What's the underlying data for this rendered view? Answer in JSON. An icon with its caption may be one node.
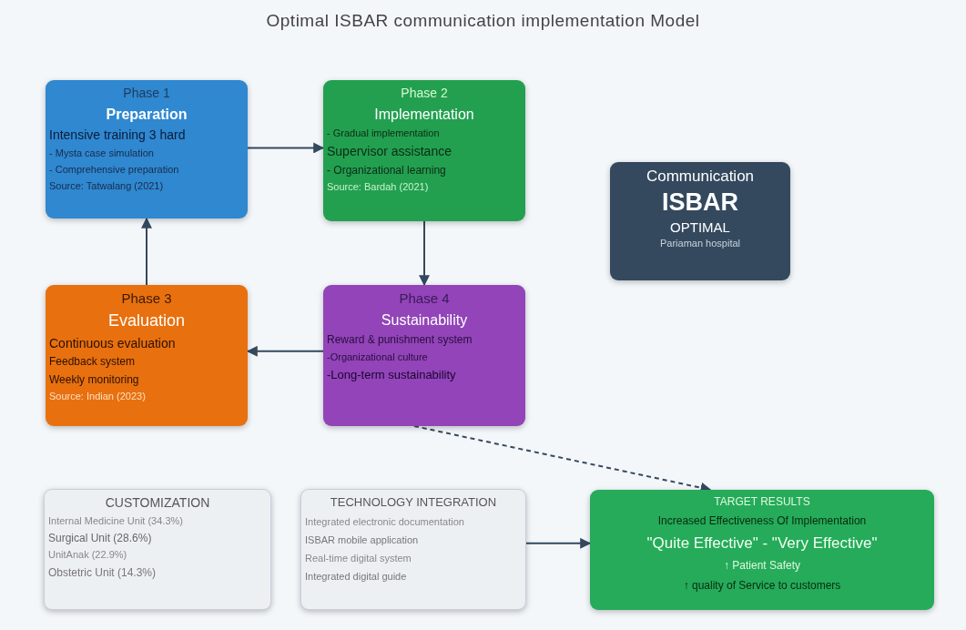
{
  "diagram": {
    "title": "Optimal ISBAR communication implementation Model",
    "nodes": [
      {
        "text": [
          "Phase 1",
          "Preparation",
          "Intensive training 3 hard",
          "- Mysta case simulation",
          "- Comprehensive preparation",
          "Source: Tatwalang (2021)"
        ]
      },
      {
        "text": [
          "Phase 2",
          "Implementation",
          "- Gradual implementation",
          "Supervisor assistance",
          "- Organizational learning",
          "Source: Bardah (2021)"
        ]
      },
      {
        "text": [
          "Communication",
          "ISBAR",
          "OPTIMAL",
          "Pariaman hospital"
        ]
      },
      {
        "text": [
          "Phase 3",
          "Evaluation",
          "Continuous evaluation",
          "Feedback system",
          "Weekly monitoring",
          "Source: Indian (2023)"
        ]
      },
      {
        "text": [
          "Phase 4",
          "Sustainability",
          "Reward & punishment system",
          "-Organizational culture",
          "-Long-term sustainability"
        ]
      },
      {
        "text": [
          "CUSTOMIZATION",
          "Internal Medicine Unit (34.3%)",
          "Surgical Unit (28.6%)",
          "UnitAnak (22.9%)",
          "Obstetric Unit (14.3%)"
        ]
      },
      {
        "text": [
          "TECHNOLOGY INTEGRATION",
          "Integrated electronic documentation",
          "ISBAR mobile application",
          "Real-time digital system",
          "Integrated digital guide"
        ]
      },
      {
        "text": [
          "TARGET RESULTS",
          "Increased Effectiveness Of Implementation",
          "\"Quite Effective\" - \"Very Effective\"",
          "↑ Patient Safety",
          "↑ quality of Service to customers"
        ]
      }
    ],
    "edges": [
      {
        "from": 0,
        "to": 1,
        "arrow": "to"
      },
      {
        "from": 1,
        "to": 4,
        "arrow": "to"
      },
      {
        "from": 4,
        "to": 3,
        "arrow": "to"
      },
      {
        "from": 3,
        "to": 0,
        "arrow": "to"
      },
      {
        "from": 4,
        "to": 7,
        "arrow": "to",
        "style": "dashed"
      },
      {
        "from": 6,
        "to": 7,
        "arrow": "to"
      }
    ]
  }
}
